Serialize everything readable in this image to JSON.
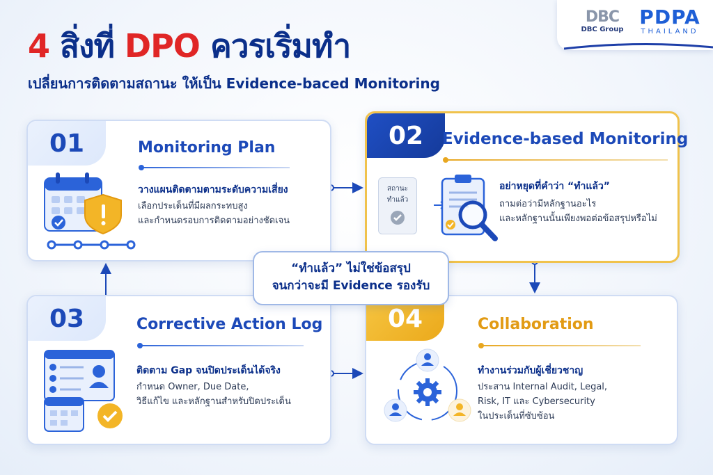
{
  "header": {
    "title_num": "4",
    "title_mid": "สิ่งที่",
    "title_dpo": "DPO",
    "title_end": "ควรเริ่มทำ",
    "subtitle": "เปลี่ยนการติดตามสถานะ ให้เป็น Evidence-baced Monitoring"
  },
  "logos": {
    "dbc_mark": "DBC",
    "dbc_text": "DBC Group",
    "pdpa_big": "PDPA",
    "pdpa_small": "THAILAND"
  },
  "cards": [
    {
      "number": "01",
      "title": "Monitoring Plan",
      "heading": "วางแผนติดตามตามระดับความเสี่ยง",
      "lines": [
        "เลือกประเด็นที่มีผลกระทบสูง",
        "และกำหนดรอบการติดตามอย่างชัดเจน"
      ],
      "icon": "calendar-shield-icon"
    },
    {
      "number": "02",
      "title": "Evidence-based Monitoring",
      "heading": "อย่าหยุดที่คำว่า “ทำแล้ว”",
      "lines": [
        "ถามต่อว่ามีหลักฐานอะไร",
        "และหลักฐานนั้นเพียงพอต่อข้อสรุปหรือไม่"
      ],
      "status_label_1": "สถานะ",
      "status_label_2": "ทำแล้ว",
      "icon": "clipboard-magnifier-icon"
    },
    {
      "number": "03",
      "title": "Corrective Action Log",
      "heading": "ติดตาม Gap จนปิดประเด็นได้จริง",
      "lines": [
        "กำหนด Owner, Due Date,",
        "วิธีแก้ไข และหลักฐานสำหรับปิดประเด็น"
      ],
      "icon": "checklist-calendar-icon"
    },
    {
      "number": "04",
      "title": "Collaboration",
      "heading": "ทำงานร่วมกับผู้เชี่ยวชาญ",
      "lines": [
        "ประสาน Internal Audit, Legal,",
        "Risk, IT และ Cybersecurity",
        "ในประเด็นที่ซับซ้อน"
      ],
      "icon": "team-gear-icon"
    }
  ],
  "callout": {
    "line1": "“ทำแล้ว” ไม่ใช่ข้อสรุป",
    "line2": "จนกว่าจะมี Evidence รองรับ"
  },
  "colors": {
    "title_red": "#e02626",
    "navy": "#0b2f8a",
    "blue": "#1c49b8",
    "gold": "#e29b14"
  }
}
